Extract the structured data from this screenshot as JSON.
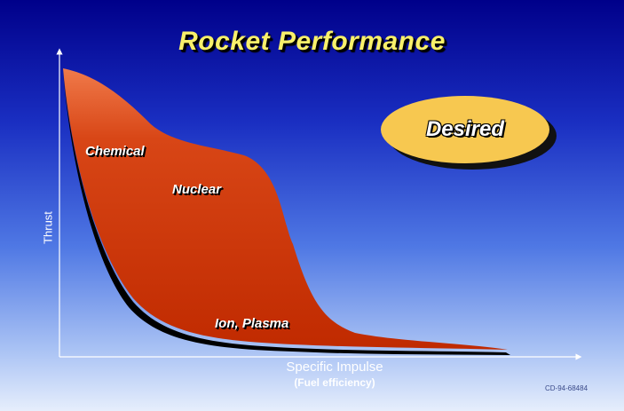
{
  "title": "Rocket Performance",
  "axes": {
    "y_label": "Thrust",
    "x_label": "Specific Impulse",
    "x_sublabel": "(Fuel efficiency)"
  },
  "regions": {
    "chemical": "Chemical",
    "nuclear": "Nuclear",
    "ion_plasma": "Ion, Plasma"
  },
  "goal": {
    "label": "Desired"
  },
  "reference_code": "CD-94-68484",
  "colors": {
    "background_top": "#00008a",
    "background_bottom": "#e6eefc",
    "title": "#f8f06a",
    "band_fill_top": "#f07a4a",
    "band_fill_bottom": "#c02a00",
    "desired_fill": "#f7c850"
  }
}
